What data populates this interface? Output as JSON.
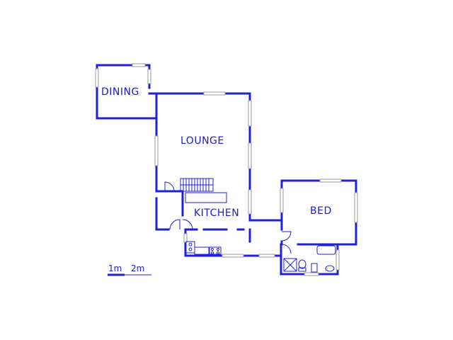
{
  "colors": {
    "wall": "#1f1fe0",
    "fixture": "#1f1fe0",
    "window": "#9a9a9a",
    "label": "#1a1adb"
  },
  "rooms": {
    "dining": "DINING",
    "lounge": "LOUNGE",
    "kitchen": "KITCHEN",
    "bed": "BED"
  },
  "scale_bar": {
    "label_1": "1m",
    "label_2": "2m"
  }
}
